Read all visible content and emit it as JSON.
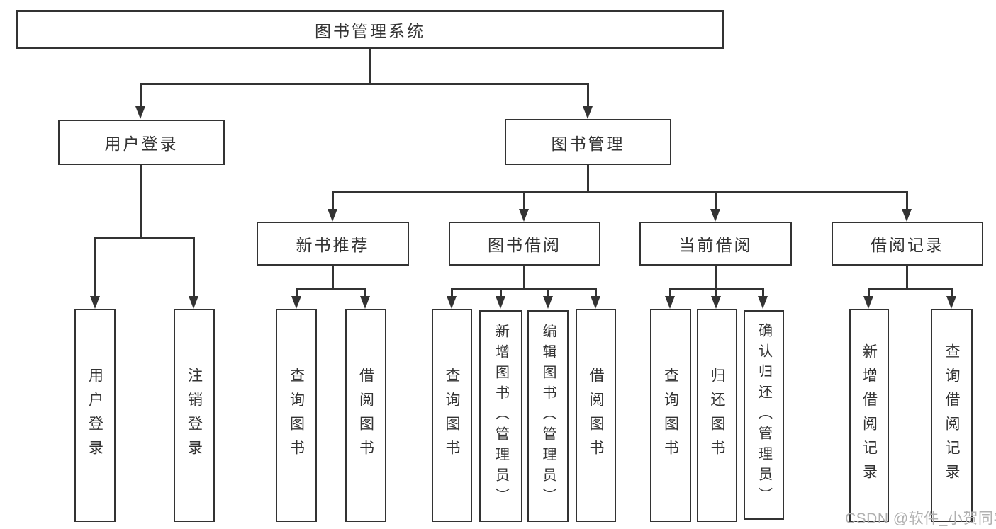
{
  "diagram": {
    "root": "图书管理系统",
    "level2": {
      "user_login": "用户登录",
      "book_mgmt": "图书管理"
    },
    "user_login_children": {
      "login": "用户登录",
      "logout": "注销登录"
    },
    "book_mgmt_children": {
      "new_book_rec": "新书推荐",
      "book_borrow": "图书借阅",
      "current_borrow": "当前借阅",
      "borrow_records": "借阅记录"
    },
    "new_book_rec_children": {
      "query_books": "查询图书",
      "borrow_books": "借阅图书"
    },
    "book_borrow_children": {
      "query_books": "查询图书",
      "add_books_admin": "新增图书（管理员）",
      "edit_books_admin": "编辑图书（管理员）",
      "borrow_books": "借阅图书"
    },
    "current_borrow_children": {
      "query_books": "查询图书",
      "return_books": "归还图书",
      "confirm_return_admin": "确认归还（管理员）"
    },
    "borrow_records_children": {
      "add_record": "新增借阅记录",
      "query_record": "查询借阅记录"
    }
  },
  "watermark": "CSDN @软件_小贺同学",
  "colors": {
    "line": "#333333",
    "text": "#333333",
    "watermark": "#b0b0b0",
    "background": "#ffffff"
  }
}
